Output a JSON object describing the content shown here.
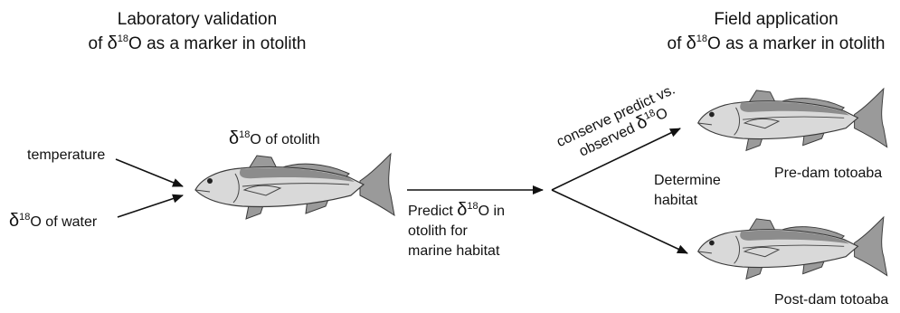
{
  "headings": {
    "lab_line1": "Laboratory validation",
    "lab_line2_pre": "of ",
    "lab_line2_post": " as a marker in otolith",
    "field_line1": "Field application",
    "field_line2_pre": "of ",
    "field_line2_post": " as a marker in otolith"
  },
  "symbol": {
    "delta": "δ",
    "isotope": "18",
    "element": "O"
  },
  "inputs": {
    "temperature": "temperature",
    "water_post": " of water"
  },
  "otolith_label_post": " of otolith",
  "predict": {
    "line1_pre": "Predict ",
    "line1_post": " in",
    "line2": "otolith for",
    "line3": "marine habitat"
  },
  "compare": {
    "line1": "conserve predict vs.",
    "line2_pre": "observed "
  },
  "determine": {
    "line1": "Determine",
    "line2": "habitat"
  },
  "fish_labels": {
    "pre_dam": "Pre-dam totoaba",
    "post_dam": "Post-dam totoaba"
  }
}
